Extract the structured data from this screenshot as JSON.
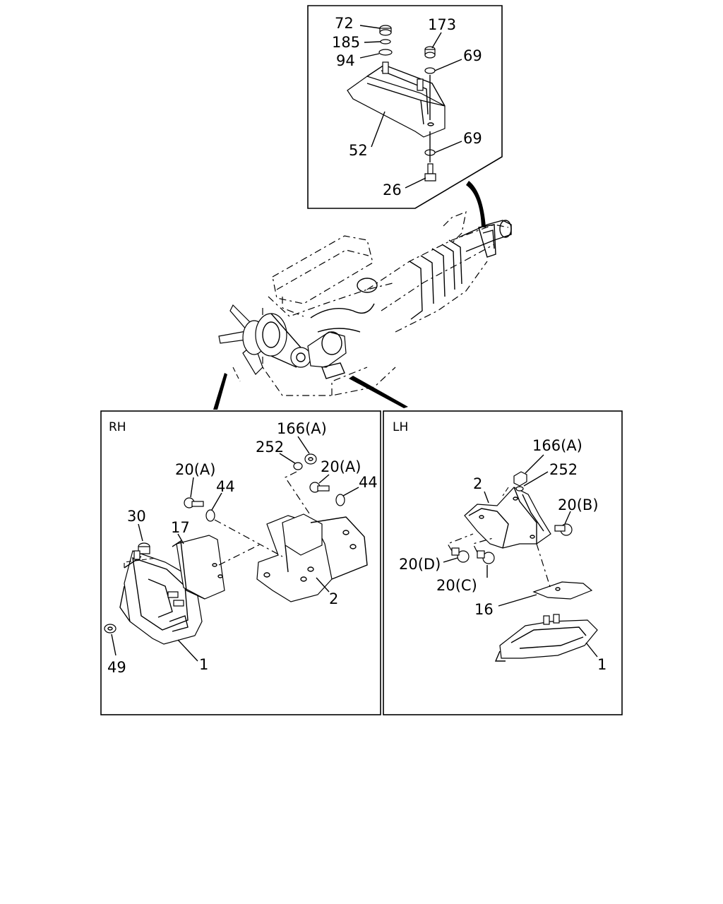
{
  "panels": {
    "rh_title": "RH",
    "lh_title": "LH"
  },
  "callouts": {
    "top": {
      "c72": "72",
      "c185": "185",
      "c94": "94",
      "c173": "173",
      "c69a": "69",
      "c52": "52",
      "c69b": "69",
      "c26": "26"
    },
    "rh": {
      "c166a": "166(A)",
      "c252": "252",
      "c20a_left": "20(A)",
      "c20a_right": "20(A)",
      "c44_left": "44",
      "c44_right": "44",
      "c30": "30",
      "c17": "17",
      "c2": "2",
      "c49": "49",
      "c1": "1"
    },
    "lh": {
      "c166a": "166(A)",
      "c252": "252",
      "c2": "2",
      "c20b": "20(B)",
      "c20d": "20(D)",
      "c20c": "20(C)",
      "c16": "16",
      "c1": "1"
    }
  }
}
